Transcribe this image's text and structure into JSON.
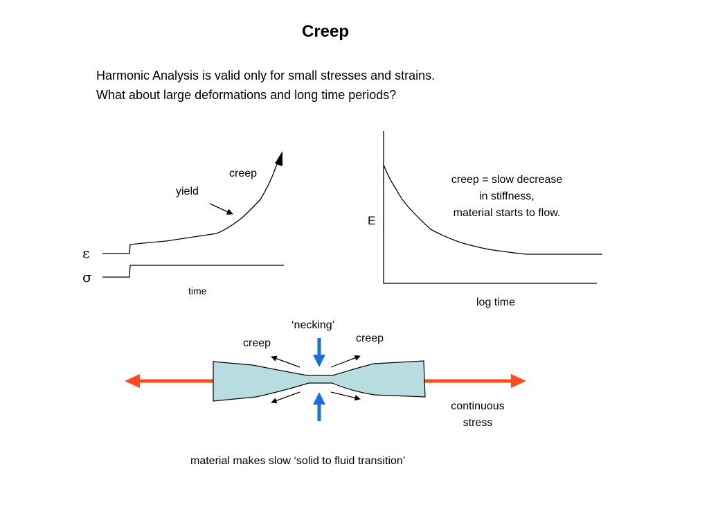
{
  "title": "Creep",
  "intro": {
    "line1": "Harmonic Analysis is valid only for small stresses and strains.",
    "line2": "What about large deformations and long time periods?"
  },
  "left_graph": {
    "epsilon_label": "ε",
    "sigma_label": "σ",
    "creep_label": "creep",
    "yield_label": "yield",
    "time_label": "time"
  },
  "right_graph": {
    "y_label": "E",
    "x_label": "log time",
    "note_line1": "creep = slow decrease",
    "note_line2": "in stiffness,",
    "note_line3": "material starts to flow."
  },
  "specimen": {
    "necking_label": "‘necking’",
    "creep_left_label": "creep",
    "creep_right_label": "creep",
    "stress_line1": "continuous",
    "stress_line2": "stress",
    "caption": "material makes slow ‘solid to fluid transition’"
  },
  "colors": {
    "specimen_fill": "#b7dde0",
    "pull_arrow": "#ff4a1c",
    "compress_arrow": "#1a6fe0"
  }
}
